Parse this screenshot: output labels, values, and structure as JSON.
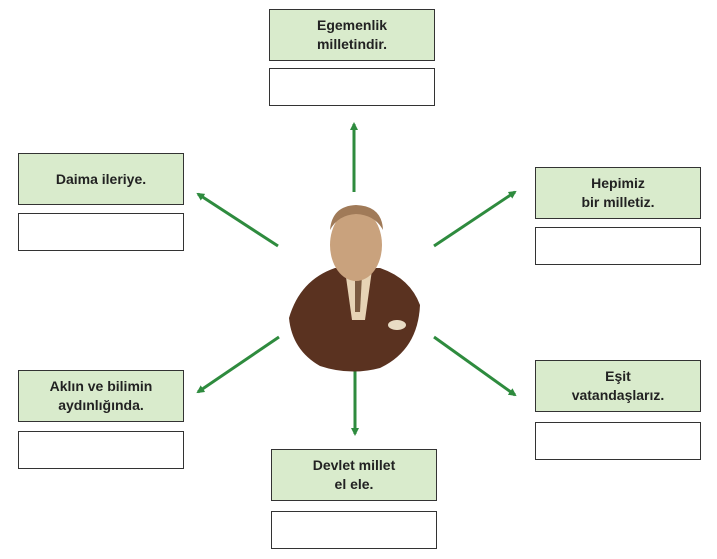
{
  "center": {
    "image": "portrait-of-ataturk"
  },
  "arrow_color": "#2e8b3e",
  "label_bg": "#d9ebcc",
  "items": [
    {
      "label": "Egemenlik\nmilletindir.",
      "answer": ""
    },
    {
      "label": "Daima ileriye.",
      "answer": ""
    },
    {
      "label": "Hepimiz\nbir milletiz.",
      "answer": ""
    },
    {
      "label": "Aklın ve bilimin\naydınlığında.",
      "answer": ""
    },
    {
      "label": "Eşit\nvatandaşlarız.",
      "answer": ""
    },
    {
      "label": "Devlet millet\nel ele.",
      "answer": ""
    }
  ]
}
